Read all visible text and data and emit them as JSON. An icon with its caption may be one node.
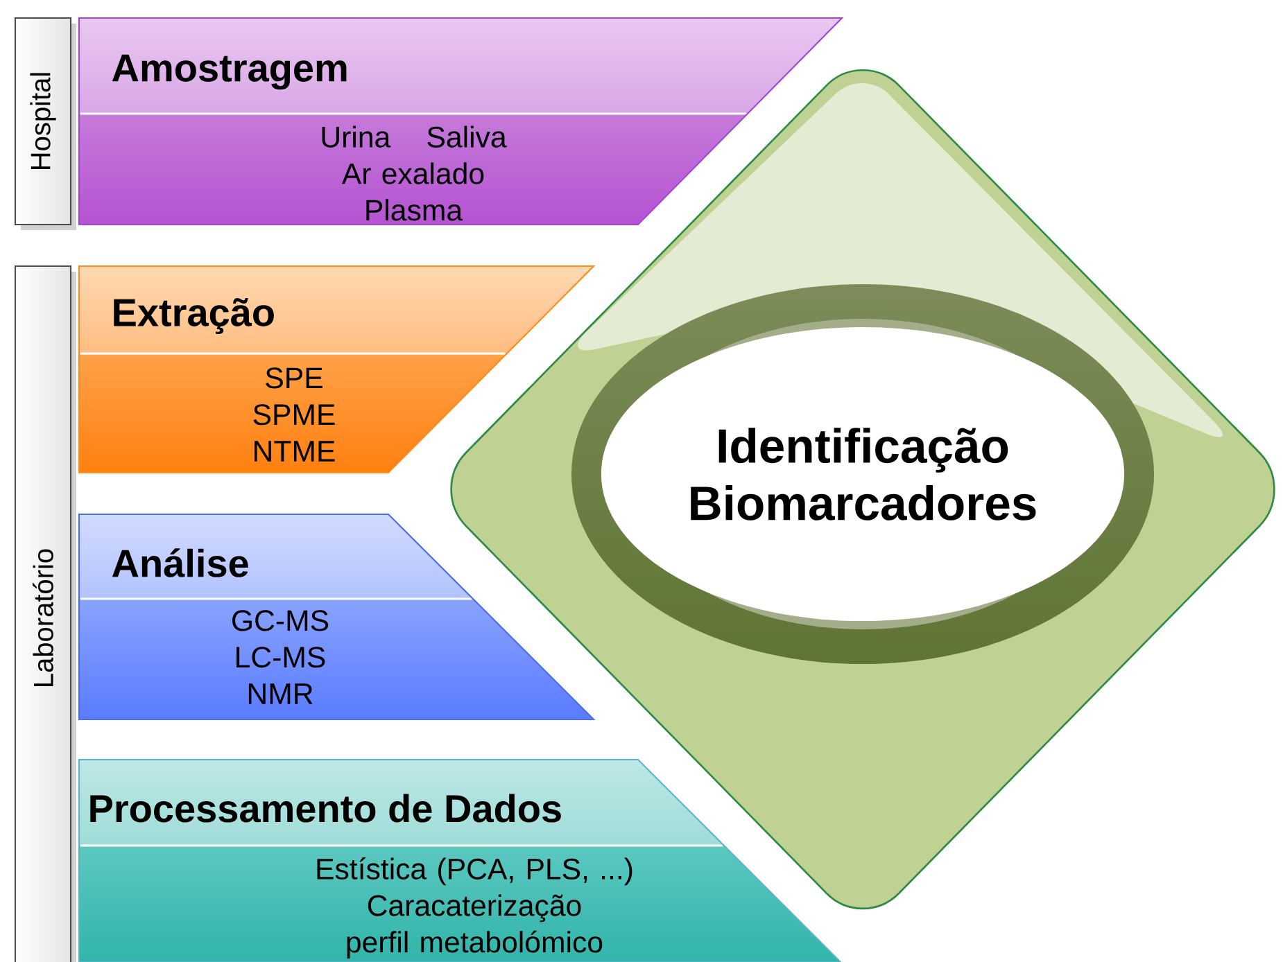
{
  "diagram": {
    "nodes": [
      {
        "text": [
          "Hospital"
        ]
      },
      {
        "text": [
          "Laboratório"
        ]
      },
      {
        "text": [
          "Amostragem",
          "Urina",
          "Saliva",
          "Ar exalado",
          "Plasma"
        ]
      },
      {
        "text": [
          "Extração",
          "SPE",
          "SPME",
          "NTME"
        ]
      },
      {
        "text": [
          "Análise",
          "GC-MS",
          "LC-MS",
          "NMR"
        ]
      },
      {
        "text": [
          "Processamento de Dados",
          "Estística (PCA, PLS, ...)",
          "Caracaterização perfil metabolómico"
        ]
      },
      {
        "text": [],
        "shape": "diamond"
      },
      {
        "text": [
          "Identificação Biomarcadores"
        ],
        "in": 6
      }
    ]
  }
}
